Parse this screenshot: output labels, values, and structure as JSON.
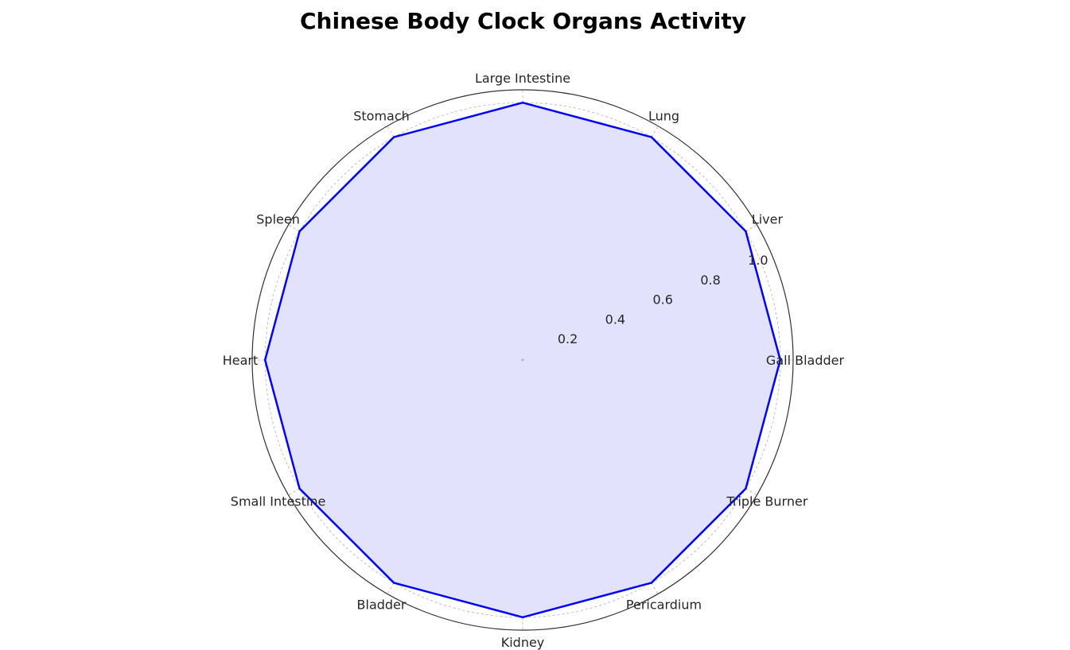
{
  "chart_data": {
    "type": "radar",
    "title": "Chinese Body Clock Organs Activity",
    "categories": [
      "Gall Bladder",
      "Liver",
      "Lung",
      "Large Intestine",
      "Stomach",
      "Spleen",
      "Heart",
      "Small Intestine",
      "Bladder",
      "Kidney",
      "Pericardium",
      "Triple Burner"
    ],
    "series": [
      {
        "values": [
          1.0,
          1.0,
          1.0,
          1.0,
          1.0,
          1.0,
          1.0,
          1.0,
          1.0,
          1.0,
          1.0,
          1.0
        ],
        "line_color": "#0000ff",
        "fill_color": "#e2e2fc"
      }
    ],
    "r_ticks": [
      "0.2",
      "0.4",
      "0.6",
      "0.8",
      "1.0"
    ],
    "r_tick_values": [
      0.2,
      0.4,
      0.6,
      0.8,
      1.0
    ],
    "rlim": [
      0,
      1.05
    ],
    "grid": true
  }
}
